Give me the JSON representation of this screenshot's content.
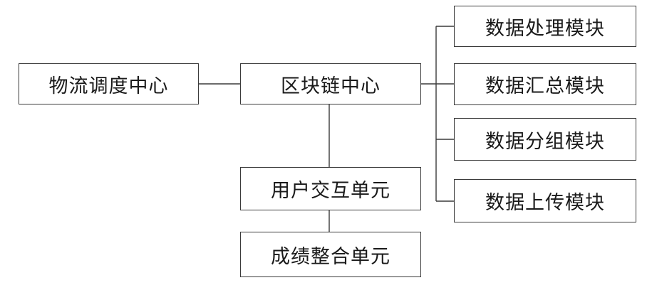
{
  "nodes": {
    "logistics_dispatch_center": "物流调度中心",
    "blockchain_center": "区块链中心",
    "user_interaction_unit": "用户交互单元",
    "score_integration_unit": "成绩整合单元",
    "data_processing_module": "数据处理模块",
    "data_summary_module": "数据汇总模块",
    "data_grouping_module": "数据分组模块",
    "data_upload_module": "数据上传模块"
  },
  "colors": {
    "line": "#3a3a3a",
    "text": "#1a1a1a",
    "background": "#ffffff"
  }
}
